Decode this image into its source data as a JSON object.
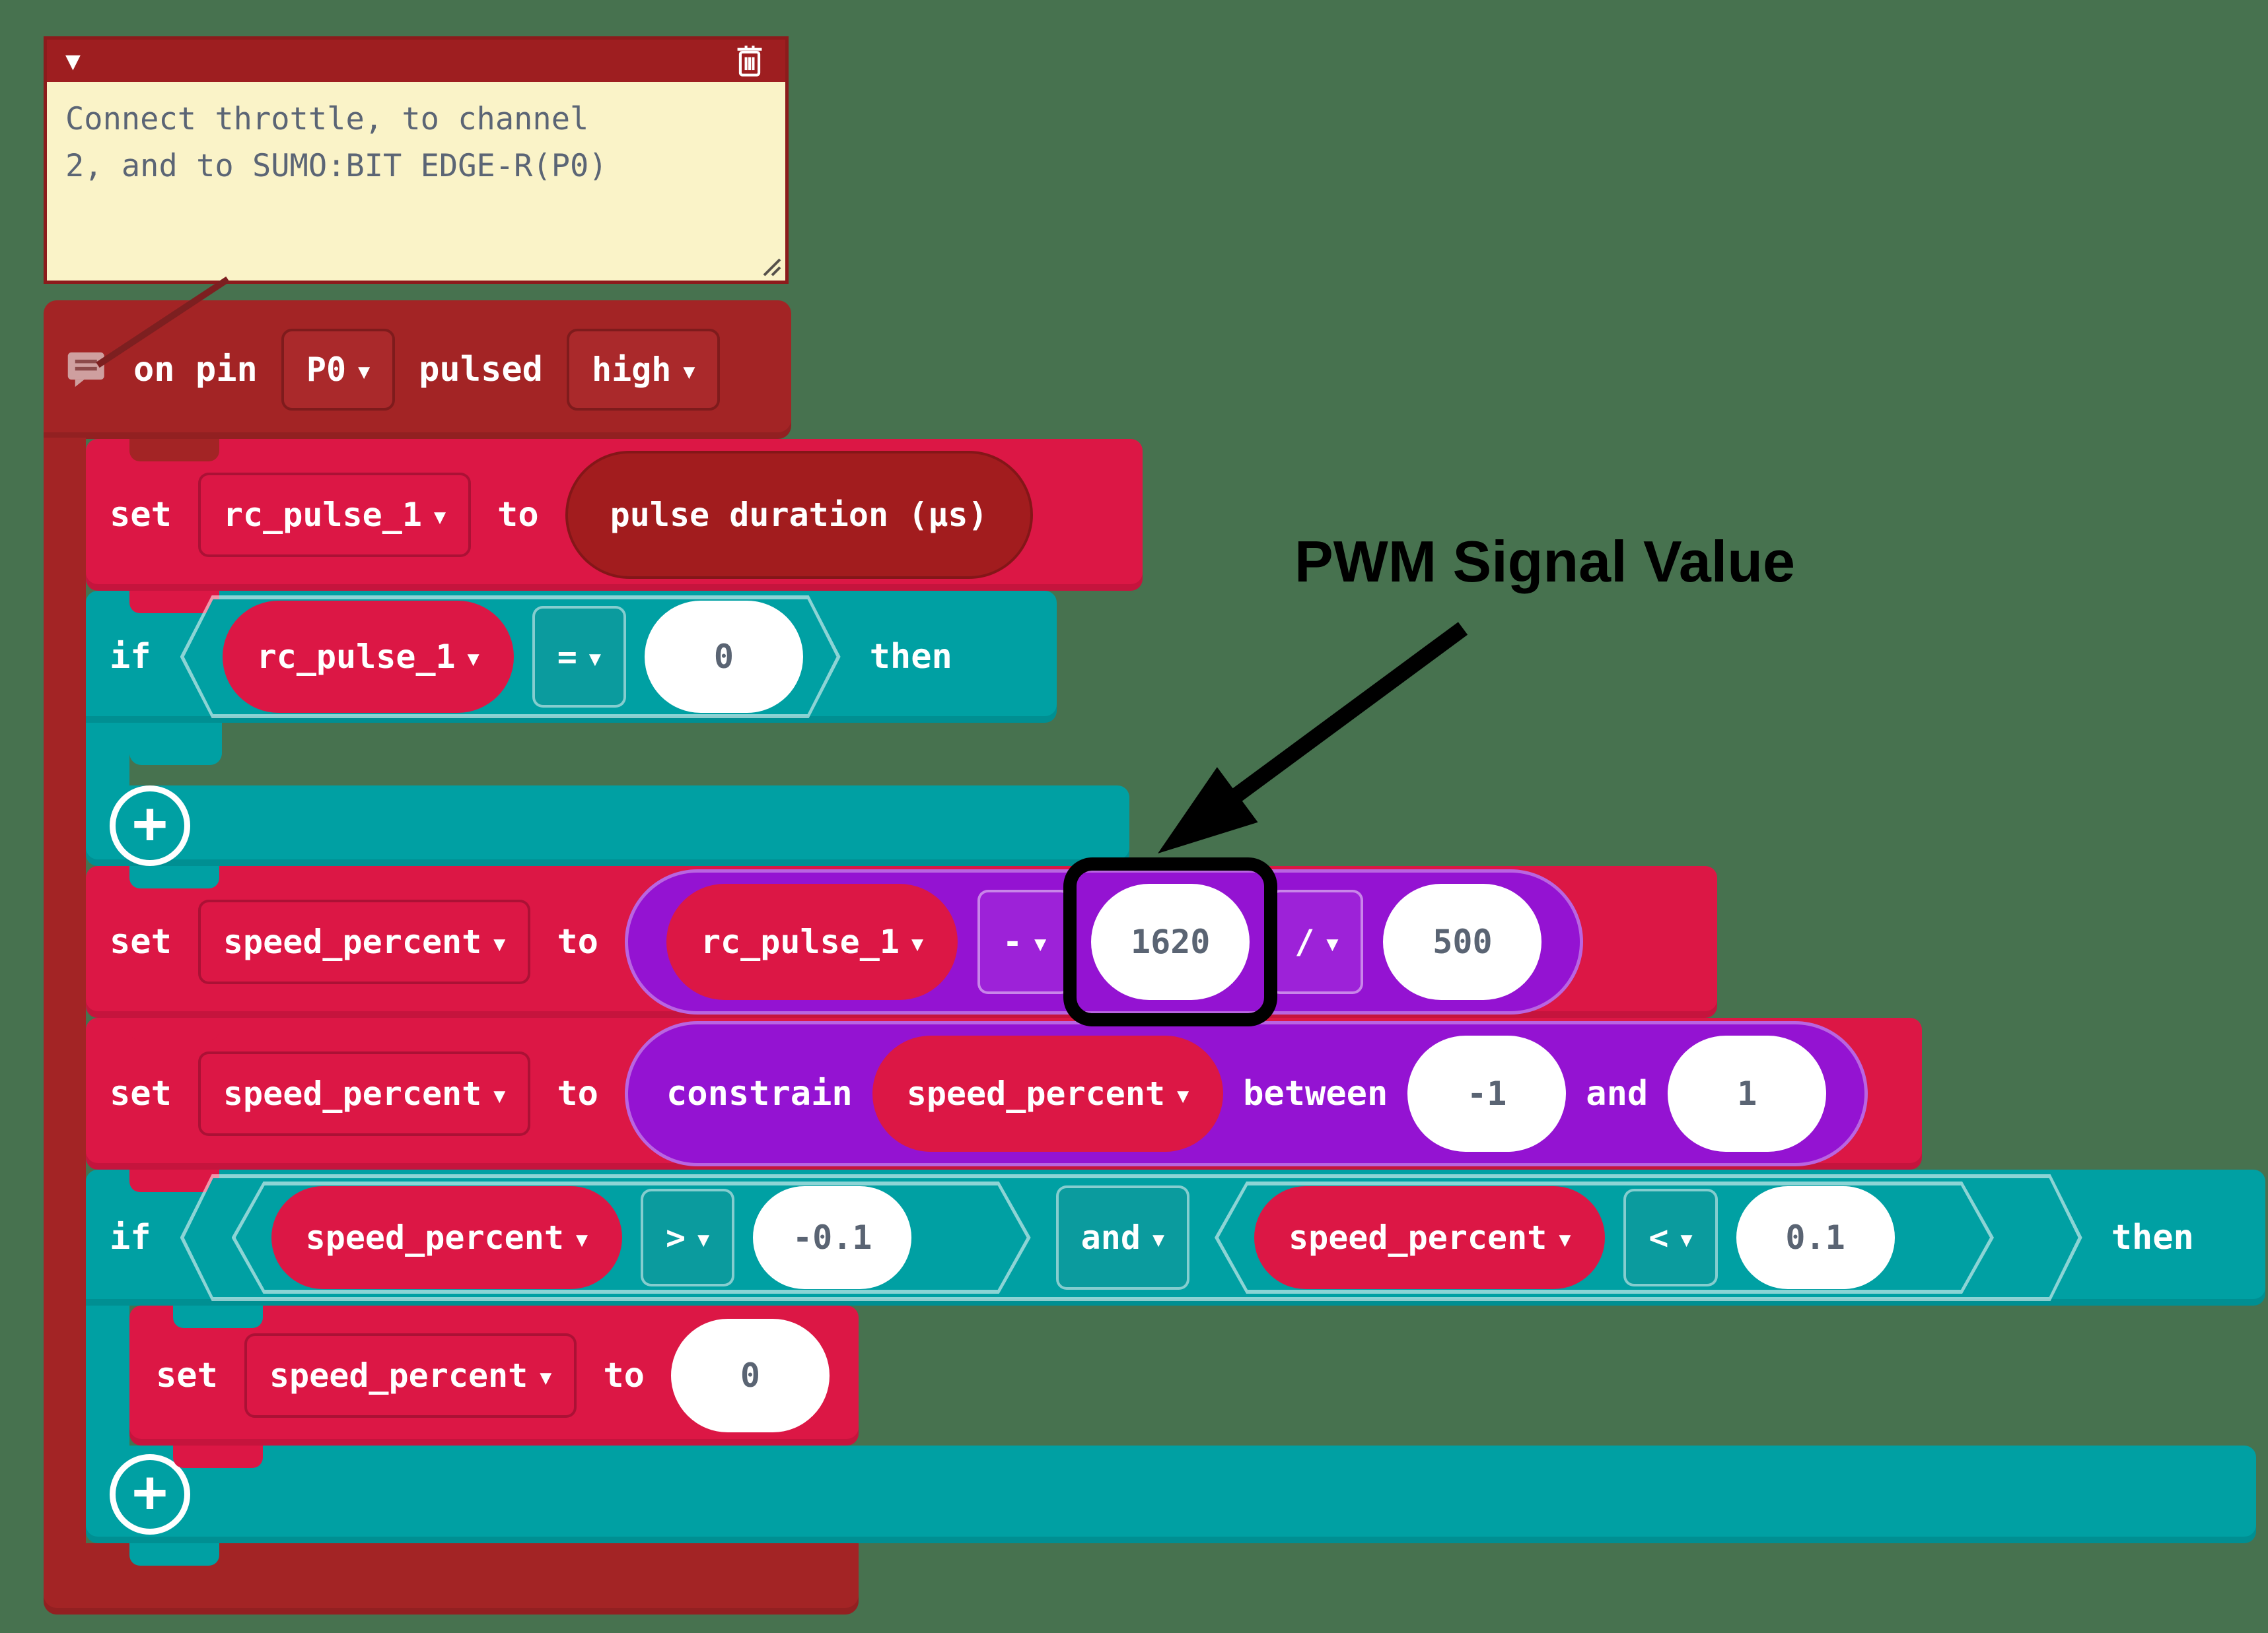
{
  "scene": {
    "background_color": "#47724f",
    "colors": {
      "pins_dark_red": "#a32425",
      "variables_crimson": "#dc1745",
      "logic_teal": "#00a0a3",
      "math_purple": "#9413d2",
      "comment_bg": "#faf3c8",
      "comment_header": "#9e1e20"
    }
  },
  "icons": {
    "dropdown": "▼",
    "plus": "+",
    "collapse": "▼"
  },
  "comment": {
    "lines": [
      "Connect throttle, to channel",
      "2, and to SUMO:BIT EDGE-R(P0)"
    ]
  },
  "annotation": {
    "label": "PWM Signal Value"
  },
  "blocks": {
    "on_pin": {
      "label_on_pin": "on pin",
      "pin_value": "P0",
      "label_pulsed": "pulsed",
      "pulse_value": "high"
    },
    "set_rc_pulse": {
      "label_set": "set",
      "variable": "rc_pulse_1",
      "label_to": "to",
      "value_label": "pulse duration (μs)"
    },
    "if_rc_zero": {
      "label_if": "if",
      "variable": "rc_pulse_1",
      "operator": "=",
      "compare_value": "0",
      "label_then": "then"
    },
    "set_speed_math": {
      "label_set": "set",
      "variable": "speed_percent",
      "label_to": "to",
      "operand_variable": "rc_pulse_1",
      "operator_minus": "-",
      "value_minus": "1620",
      "operator_divide": "/",
      "value_divide": "500"
    },
    "set_speed_constrain": {
      "label_set": "set",
      "variable": "speed_percent",
      "label_to": "to",
      "label_constrain": "constrain",
      "operand_variable": "speed_percent",
      "label_between": "between",
      "min_value": "-1",
      "label_and": "and",
      "max_value": "1"
    },
    "if_deadband": {
      "label_if": "if",
      "left_variable": "speed_percent",
      "left_operator": ">",
      "left_value": "-0.1",
      "label_and": "and",
      "right_variable": "speed_percent",
      "right_operator": "<",
      "right_value": "0.1",
      "label_then": "then"
    },
    "set_speed_zero": {
      "label_set": "set",
      "variable": "speed_percent",
      "label_to": "to",
      "value": "0"
    }
  }
}
